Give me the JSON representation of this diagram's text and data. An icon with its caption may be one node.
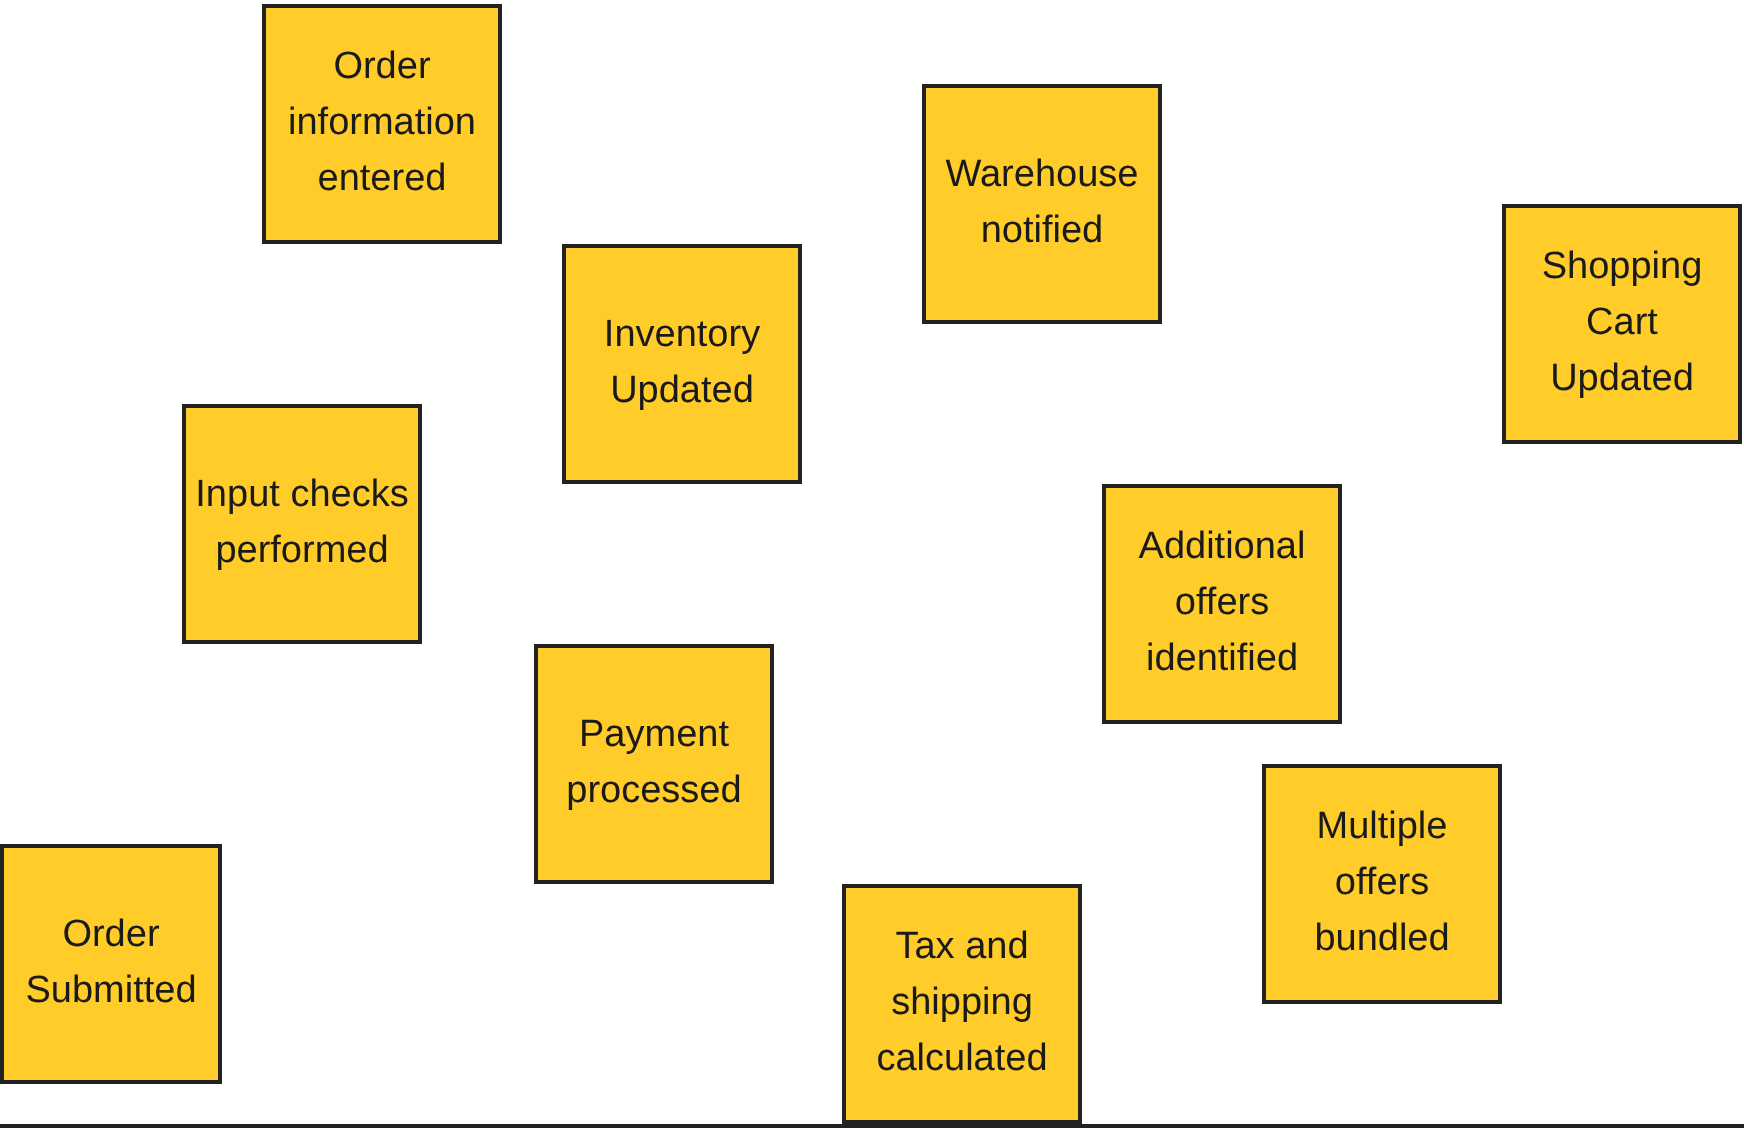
{
  "diagram": {
    "nodes": [
      {
        "text": [
          "Order information entered"
        ]
      },
      {
        "text": [
          "Warehouse notified"
        ]
      },
      {
        "text": [
          "Shopping Cart Updated"
        ]
      },
      {
        "text": [
          "Inventory Updated"
        ]
      },
      {
        "text": [
          "Input checks performed"
        ]
      },
      {
        "text": [
          "Additional offers identified"
        ]
      },
      {
        "text": [
          "Payment processed"
        ]
      },
      {
        "text": [
          "Multiple offers bundled"
        ]
      },
      {
        "text": [
          "Order Submitted"
        ]
      },
      {
        "text": [
          "Tax and shipping calculated"
        ]
      }
    ]
  }
}
